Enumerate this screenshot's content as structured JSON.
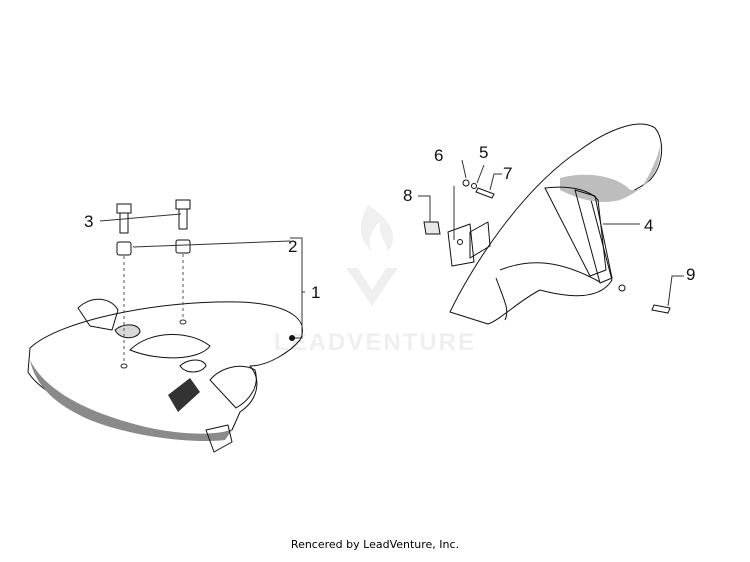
{
  "diagram": {
    "callouts": [
      {
        "id": "c1",
        "label": "1"
      },
      {
        "id": "c2",
        "label": "2"
      },
      {
        "id": "c3",
        "label": "3"
      },
      {
        "id": "c4",
        "label": "4"
      },
      {
        "id": "c5",
        "label": "5"
      },
      {
        "id": "c6",
        "label": "6"
      },
      {
        "id": "c7",
        "label": "7"
      },
      {
        "id": "c8",
        "label": "8"
      },
      {
        "id": "c9",
        "label": "9"
      }
    ]
  },
  "watermark": {
    "text": "LEADVENTURE"
  },
  "footer": {
    "text": "Rencered by LeadVenture, Inc."
  },
  "colors": {
    "line": "#111111",
    "shade": "#d8d8d8",
    "dark_shade": "#8a8a8a",
    "watermark": "#e3e3e3"
  }
}
